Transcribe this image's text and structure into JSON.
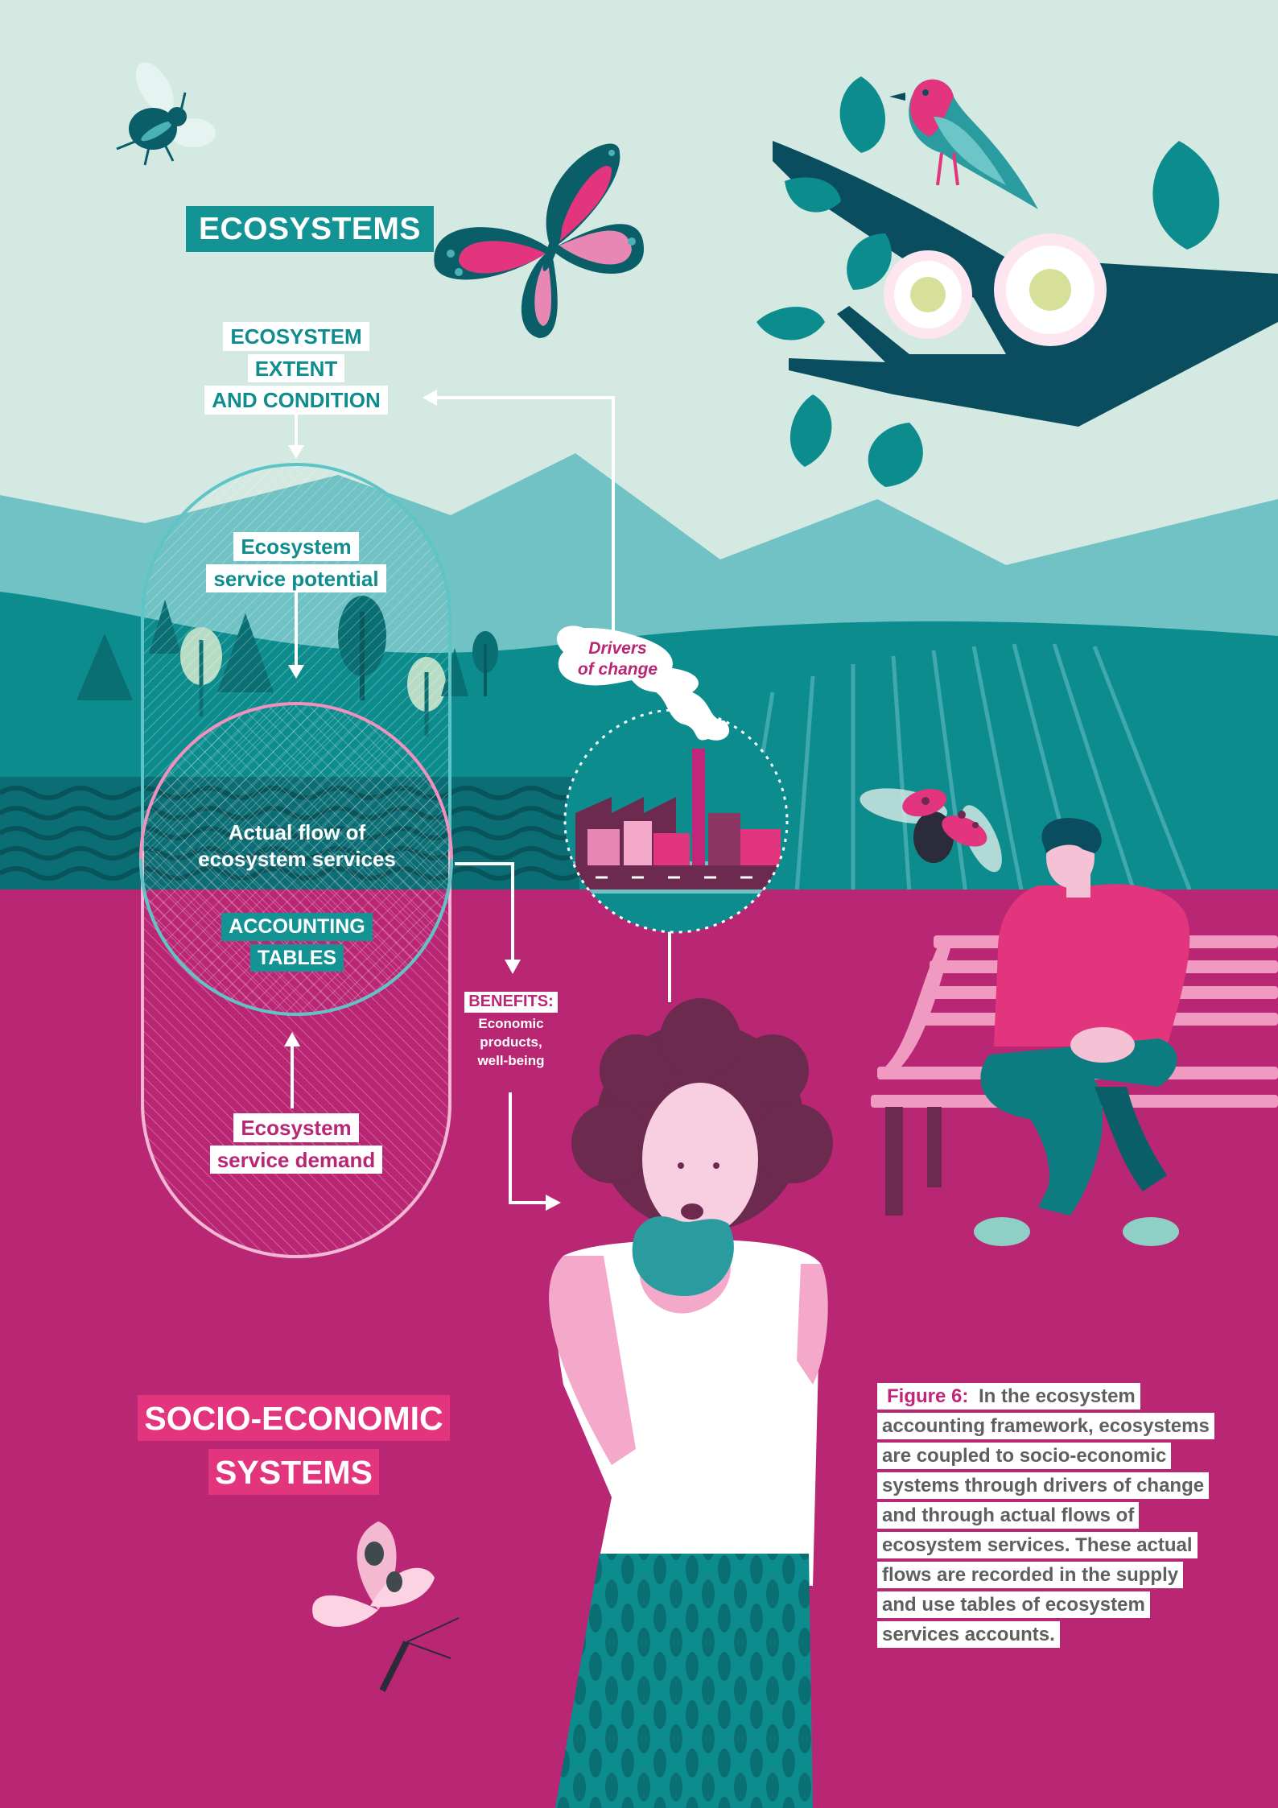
{
  "headings": {
    "ecosystems": "ECOSYSTEMS",
    "socio_economic_line1": "SOCIO-ECONOMIC",
    "socio_economic_line2": "SYSTEMS"
  },
  "flow_labels": {
    "extent_line1": "ECOSYSTEM",
    "extent_line2": "EXTENT",
    "extent_line3": "AND CONDITION",
    "potential_line1": "Ecosystem",
    "potential_line2": "service potential",
    "actual_flow_line1": "Actual flow of",
    "actual_flow_line2": "ecosystem services",
    "accounting_line1": "ACCOUNTING",
    "accounting_line2": "TABLES",
    "demand_line1": "Ecosystem",
    "demand_line2": "service demand",
    "drivers_line1": "Drivers",
    "drivers_line2": "of change",
    "benefits_title": "BENEFITS:",
    "benefits_line1": "Economic",
    "benefits_line2": "products,",
    "benefits_line3": "well-being"
  },
  "caption": {
    "label": "Figure 6:",
    "text": "In the ecosystem accounting framework, ecosystems are coupled to socio-economic systems through drivers of change and through actual flows of ecosystem services. These actual flows are recorded in the supply and use tables of ecosystem services accounts."
  },
  "colors": {
    "sky": "#d3e9e2",
    "mountain": "#70c2c5",
    "teal_dark": "#0d8c8e",
    "teal_deep": "#0a5e68",
    "magenta": "#b92673",
    "pink": "#e2357d",
    "plum": "#6b2a4e"
  },
  "illustrations": [
    "bee-icon",
    "butterfly-icon",
    "bird-icon",
    "branch-with-flowers",
    "mountains",
    "trees",
    "factory-icon",
    "ladybug-icon",
    "person-on-bench",
    "woman-eating-apple",
    "pink-butterfly-icon"
  ]
}
